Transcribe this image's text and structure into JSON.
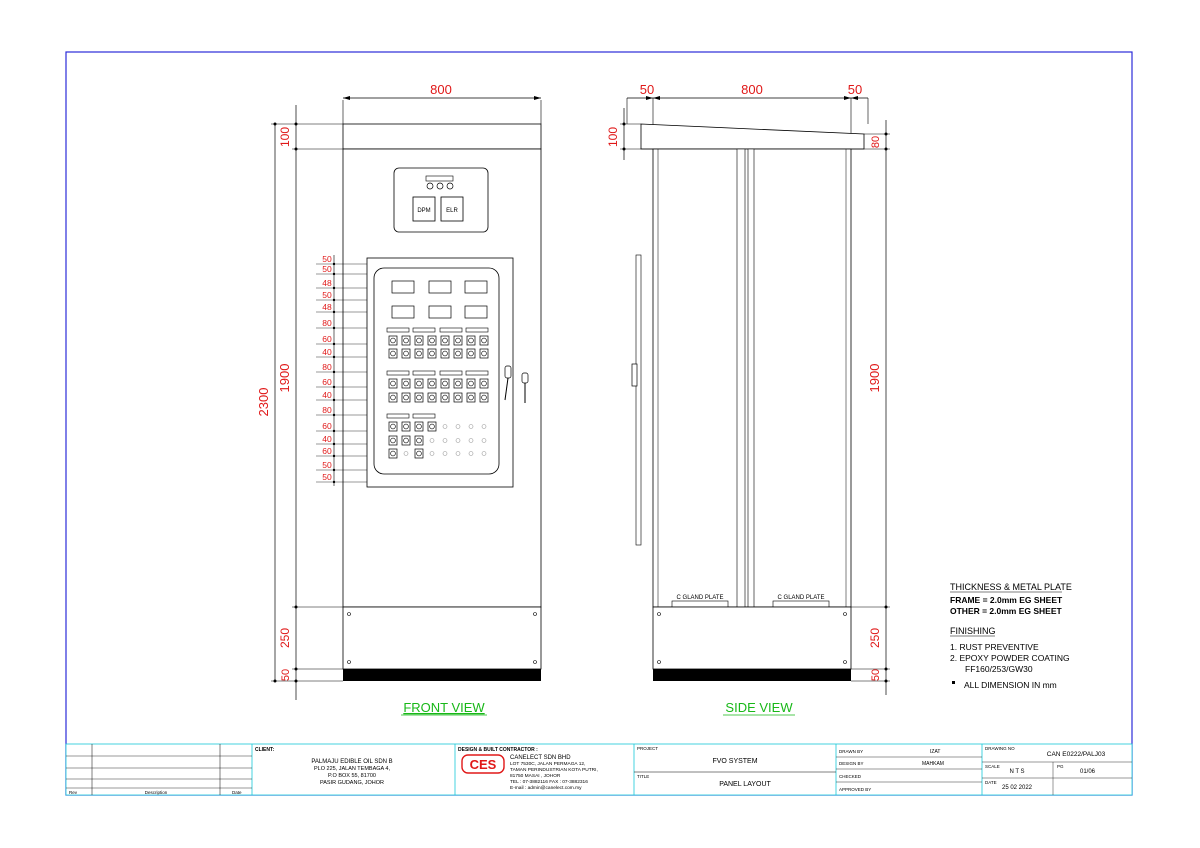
{
  "colors": {
    "border": "#2b2bd9",
    "cyan": "#18c8d8",
    "red": "#e01818",
    "green": "#18b818",
    "ink": "#000000",
    "grey": "#9a9a9a"
  },
  "front": {
    "dims": {
      "width": "800",
      "total_height": "2300",
      "top": "100",
      "body": "1900",
      "base": "250",
      "plinth": "50"
    },
    "meter_labels": {
      "left": "DPM",
      "right": "ELR"
    },
    "rail_dims": [
      "50",
      "50",
      "48",
      "50",
      "48",
      "80",
      "60",
      "40",
      "80",
      "60",
      "40",
      "80",
      "60",
      "40",
      "60",
      "50",
      "50"
    ],
    "title": "FRONT VIEW"
  },
  "side": {
    "dims": {
      "left_overhang": "50",
      "width": "800",
      "right_overhang": "50",
      "top_left": "100",
      "top_right": "80",
      "body": "1900",
      "base": "250",
      "plinth": "50"
    },
    "gland_left": "C GLAND PLATE",
    "gland_right": "C GLAND PLATE",
    "title": "SIDE VIEW"
  },
  "notes": {
    "heading1": "THICKNESS & METAL PLATE",
    "frame": "FRAME = 2.0mm EG SHEET",
    "other": "OTHER = 2.0mm EG SHEET",
    "heading2": "FINISHING",
    "item1": "1. RUST PREVENTIVE",
    "item2": "2. EPOXY POWDER COATING",
    "item2b": "FF160/253/GW30",
    "item3": "ALL DIMENSION IN mm"
  },
  "title_block": {
    "rev_col": "Rev",
    "desc_col": "Description",
    "date_col": "Date",
    "client_label": "CLIENT:",
    "client_lines": [
      "PALMAJU EDIBLE OIL SDN B",
      "PLO 225, JALAN TEMBAGA 4,",
      "P.O BOX 55, 81700",
      "PASIR GUDANG, JOHOR"
    ],
    "contractor_label": "DESIGN & BUILT CONTRACTOR :",
    "contractor_logo": "CES",
    "contractor_lines": [
      "CANELECT SDN BHD",
      "LOT 7530C, JALAN PERMAGA 12,",
      "TAMAN PERINDUSTRIAN KOTA PUTRI,",
      "81750 MASAI , JOHOR",
      "TEL : 07-3882116   FAX : 07-3882316",
      "E-mail : admin@canelect.com.my"
    ],
    "project_label": "PROJECT",
    "project": "FVO SYSTEM",
    "title_label": "TITLE",
    "title": "PANEL LAYOUT",
    "drawn_label": "DRAWN BY",
    "drawn": "IZAT",
    "designed_label": "DESIGN BY",
    "designed": "MAHKAM",
    "checked_label": "CHECKED",
    "approved_label": "APPROVED BY",
    "drawing_no_label": "DRAWING NO",
    "drawing_no": "CAN E0222/PALJ03",
    "scale_label": "SCALE",
    "scale": "N T S",
    "pg_label": "PG",
    "pg": "01/06",
    "date_label": "DATE",
    "date": "25 02 2022"
  }
}
